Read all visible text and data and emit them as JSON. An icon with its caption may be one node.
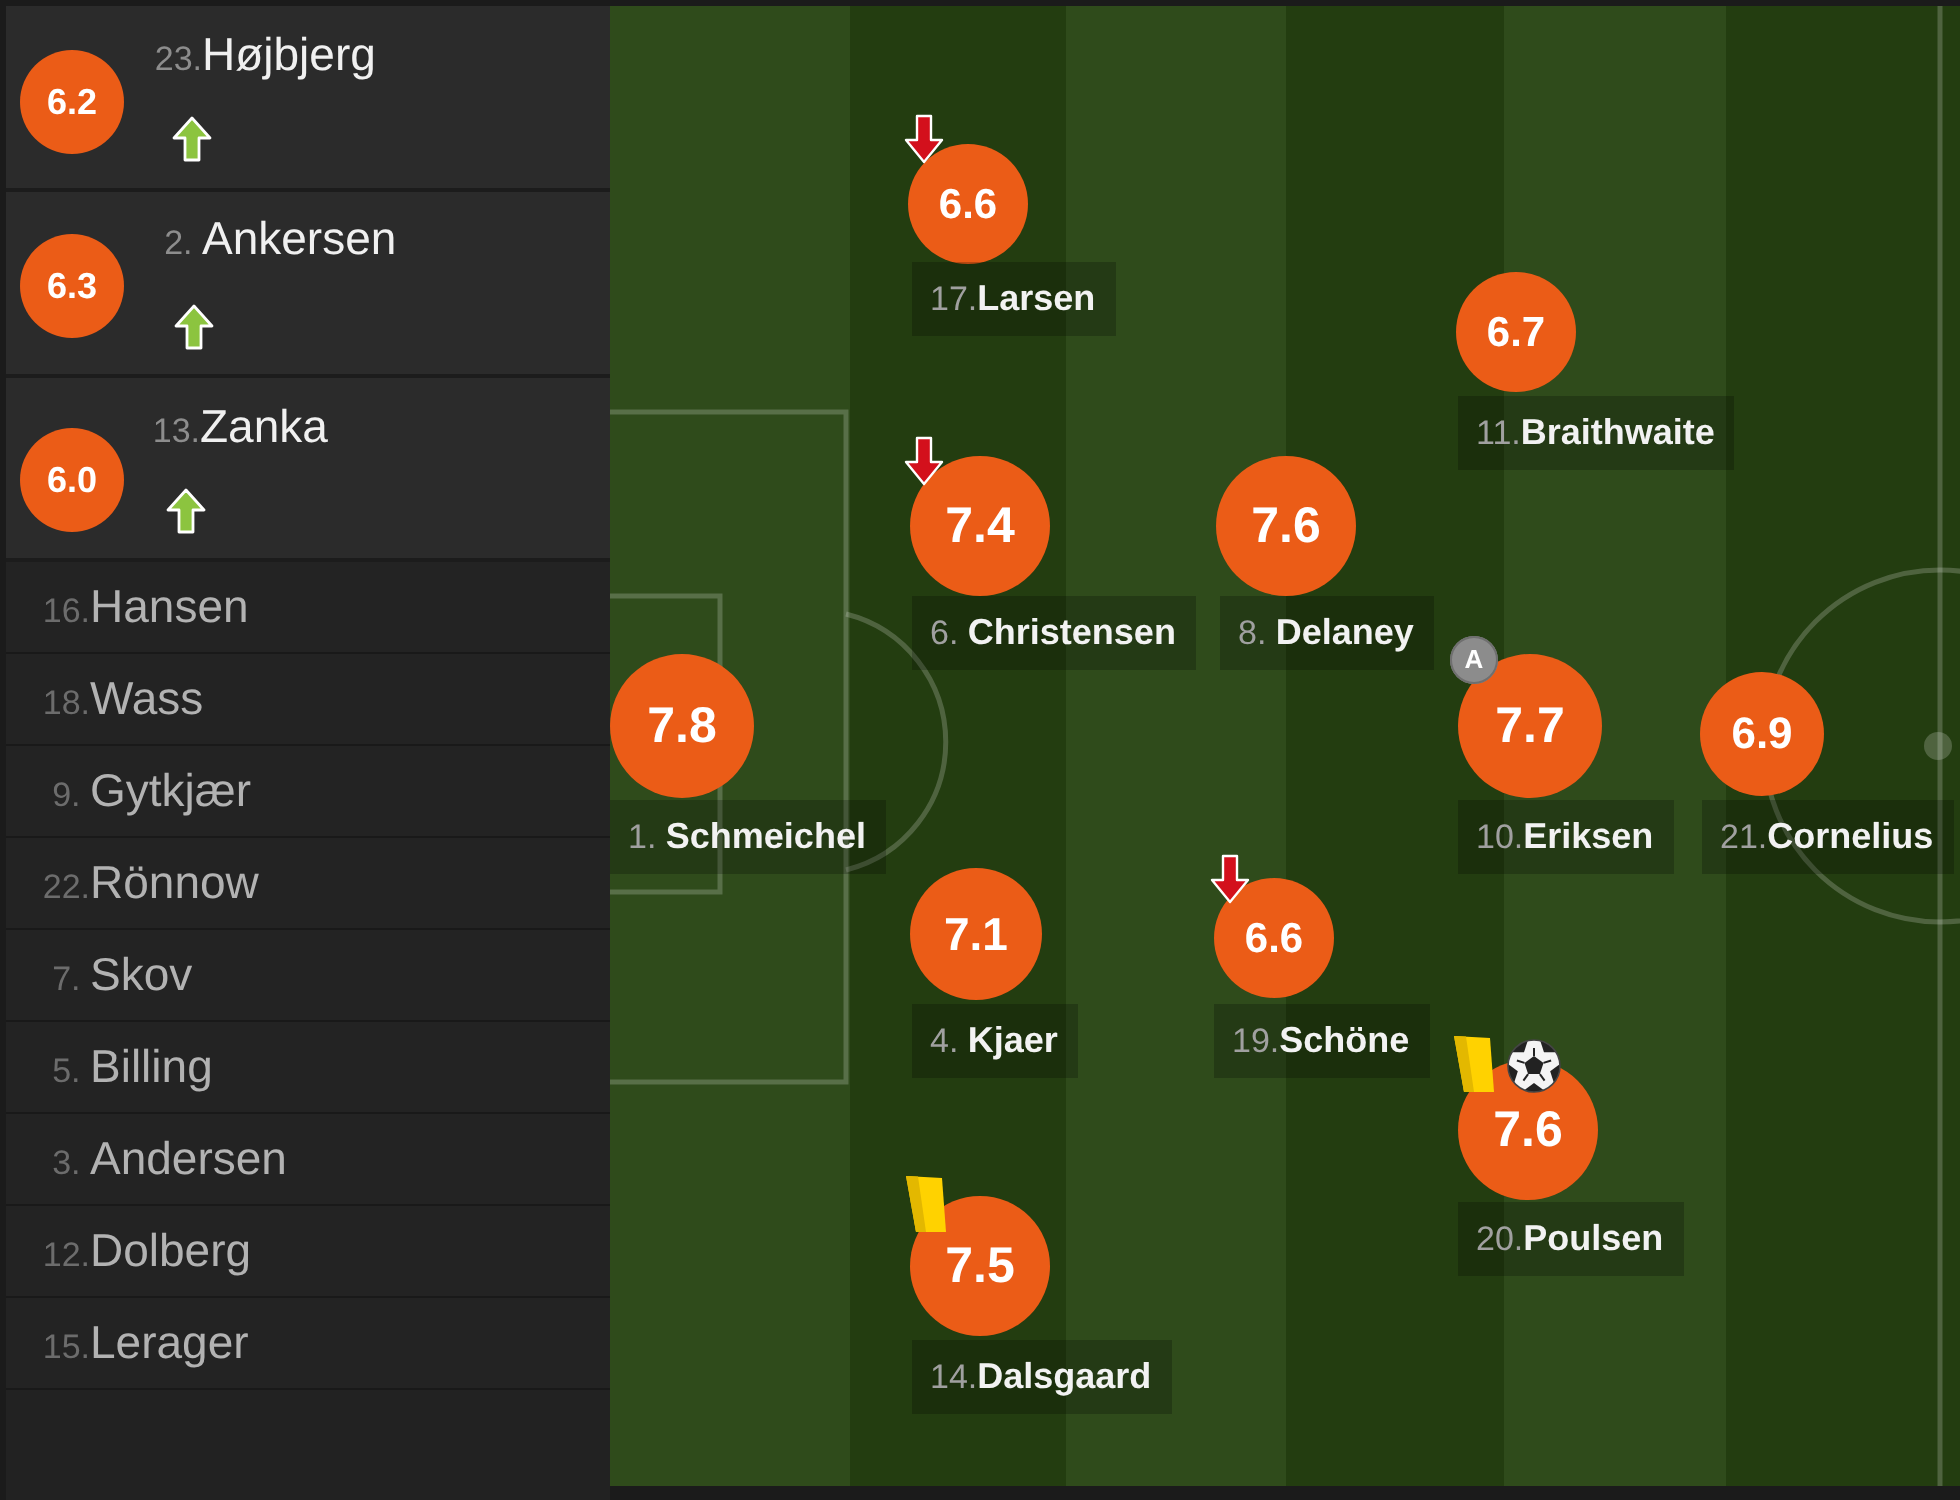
{
  "diagram": {
    "nodes": [
      {
        "text": [
          "23.Højbjerg"
        ]
      },
      {
        "text": [
          "6.2"
        ],
        "in": 0
      },
      {
        "text": [
          "2. Ankersen"
        ]
      },
      {
        "text": [
          "6.3"
        ],
        "in": 2
      },
      {
        "text": [
          "13.Zanka"
        ]
      },
      {
        "text": [
          "6.0"
        ],
        "in": 4
      },
      {
        "text": [
          "16.Hansen"
        ]
      },
      {
        "text": [
          "18.Wass"
        ]
      },
      {
        "text": [
          "9. Gytkjær"
        ]
      },
      {
        "text": [
          "22.Rönnow"
        ]
      },
      {
        "text": [
          "7. Skov"
        ]
      },
      {
        "text": [
          "5. Billing"
        ]
      },
      {
        "text": [
          "3. Andersen"
        ]
      },
      {
        "text": [
          "12.Dolberg"
        ]
      },
      {
        "text": [
          "15.Lerager"
        ]
      },
      {
        "text": [
          "6.6"
        ],
        "beside": [
          "17.Larsen"
        ]
      },
      {
        "text": [
          "6.7"
        ],
        "beside": [
          "11.Braithwaite"
        ]
      },
      {
        "text": [
          "7.4"
        ],
        "beside": [
          "6. Christensen"
        ]
      },
      {
        "text": [
          "7.6"
        ],
        "beside": [
          "8. Delaney"
        ]
      },
      {
        "text": [
          "7.8"
        ],
        "beside": [
          "1. Schmeichel"
        ]
      },
      {
        "text": [
          "A"
        ]
      },
      {
        "text": [
          "7.7"
        ],
        "beside": [
          "10.Eriksen"
        ]
      },
      {
        "text": [
          "6.9"
        ],
        "beside": [
          "21.Cornelius"
        ]
      },
      {
        "text": [
          "7.1"
        ],
        "beside": [
          "4. Kjaer"
        ]
      },
      {
        "text": [
          "6.6"
        ],
        "beside": [
          "19.Schöne"
        ]
      },
      {
        "text": [
          "7.6"
        ],
        "beside": [
          "20.Poulsen"
        ]
      },
      {
        "text": [
          "7.5"
        ],
        "beside": [
          "14.Dalsgaard"
        ]
      }
    ]
  }
}
